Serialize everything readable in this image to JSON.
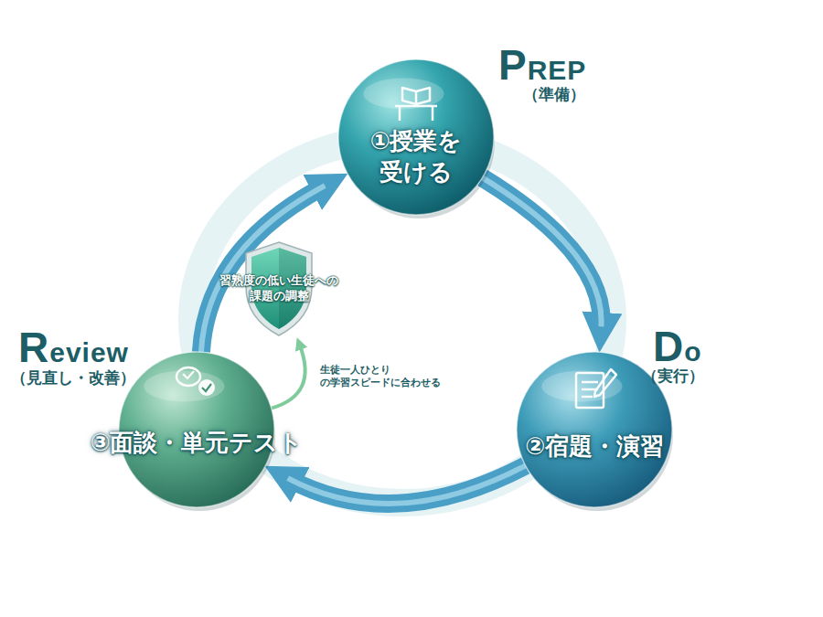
{
  "diagram": {
    "nodes": [
      {
        "text": [
          "①授業を 受ける"
        ]
      },
      {
        "text": [
          "習熟度の低い生徒への 課題の調整"
        ]
      },
      {
        "text": [
          "②宿題・演習"
        ]
      },
      {
        "text": [
          "③面談・単元テスト"
        ]
      }
    ],
    "edges": [
      {
        "from": 0,
        "to": 2,
        "arrow": "to"
      },
      {
        "from": 2,
        "to": 3,
        "arrow": "to"
      },
      {
        "from": 3,
        "to": 0,
        "arrow": "to"
      },
      {
        "from": 3,
        "to": 1,
        "label": "生徒一人ひとり の学習スピードに合わせる",
        "arrow": "to"
      }
    ],
    "labels": [
      "PREP",
      "（準備）",
      "Do",
      "（実行）",
      "Review",
      "（見直し・改善）"
    ]
  }
}
